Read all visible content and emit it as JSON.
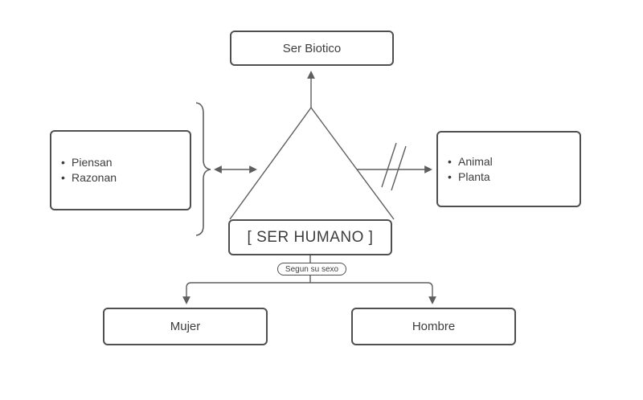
{
  "diagram": {
    "nodes": {
      "ser_biotico": {
        "label": "Ser Biotico"
      },
      "ser_humano": {
        "label": "[ SER HUMANO ]"
      },
      "caracteristicas": {
        "bullet": "•",
        "items": [
          "Piensan",
          "Razonan"
        ]
      },
      "otros_seres": {
        "bullet": "•",
        "items": [
          "Animal",
          "Planta"
        ]
      },
      "segun_su_sexo": {
        "label": "Segun su sexo"
      },
      "mujer": {
        "label": "Mujer"
      },
      "hombre": {
        "label": "Hombre"
      }
    },
    "colors": {
      "background": "#ffffff",
      "box_fill": "#ffffff",
      "box_border": "#4f4f4f",
      "line": "#5e5e5e",
      "text": "#3d3d3d"
    }
  }
}
